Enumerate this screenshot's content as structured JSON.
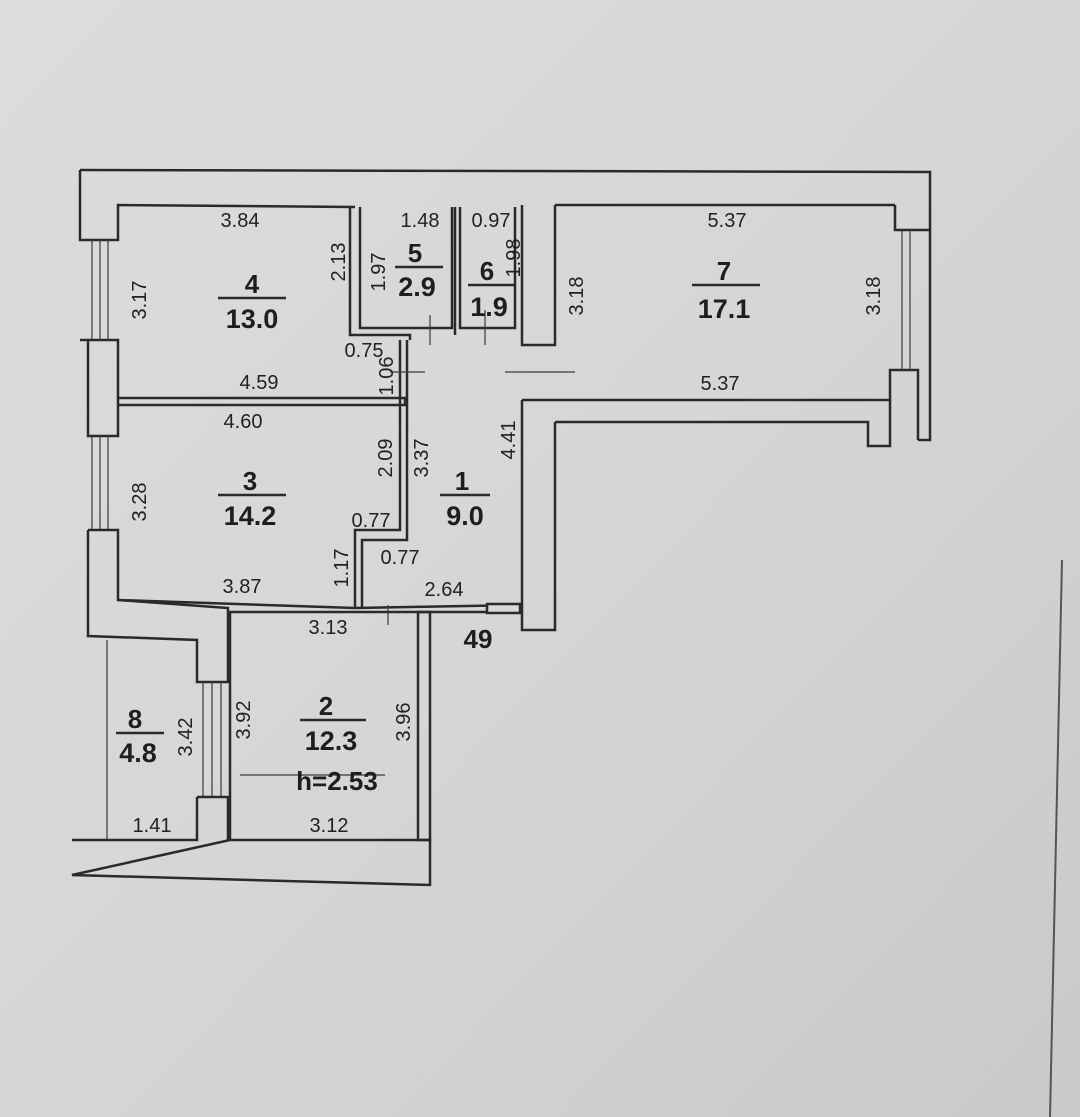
{
  "rooms": [
    {
      "number": "1",
      "area": "9.0"
    },
    {
      "number": "2",
      "area": "12.3"
    },
    {
      "number": "3",
      "area": "14.2"
    },
    {
      "number": "4",
      "area": "13.0"
    },
    {
      "number": "5",
      "area": "2.9"
    },
    {
      "number": "6",
      "area": "1.9"
    },
    {
      "number": "7",
      "area": "17.1"
    },
    {
      "number": "8",
      "area": "4.8"
    }
  ],
  "ceiling_height": "h=2.53",
  "apartment_number": "49",
  "dimensions": {
    "r4_top": "3.84",
    "r4_left": "3.17",
    "r4_right": "2.13",
    "r4_bottom": "4.59",
    "r5_top": "1.48",
    "r5_left": "1.97",
    "r6_top": "0.97",
    "r6_right": "1.98",
    "r7_top": "5.37",
    "r7_left": "3.18",
    "r7_right": "3.18",
    "r7_bottom": "5.37",
    "c_075": "0.75",
    "c_106": "1.06",
    "r3_top": "4.60",
    "r3_left": "3.28",
    "r3_right": "2.09",
    "r3_notch": "0.77",
    "r3_notch_side": "1.17",
    "r3_bottom": "3.87",
    "r1_left": "3.37",
    "r1_right": "4.41",
    "r1_notch": "0.77",
    "r1_bottom": "2.64",
    "r2_top": "3.13",
    "r2_left": "3.92",
    "r2_right": "3.96",
    "r2_bottom": "3.12",
    "r8_right": "3.42",
    "r8_bottom": "1.41"
  }
}
